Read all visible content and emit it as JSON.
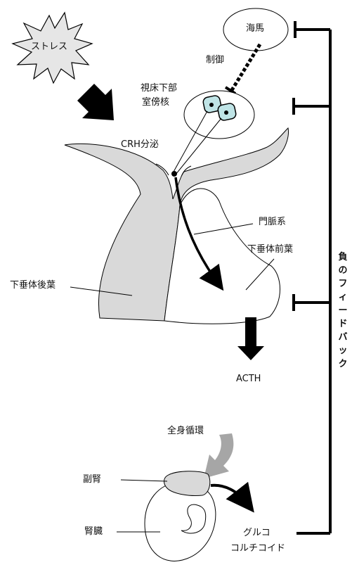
{
  "labels": {
    "stress": "ストレス",
    "hippocampus": "海馬",
    "control": "制御",
    "hypothalamus_line1": "視床下部",
    "hypothalamus_line2": "室傍核",
    "crh_secretion": "CRH分泌",
    "portal_system": "門脈系",
    "anterior_pituitary": "下垂体前葉",
    "posterior_pituitary": "下垂体後葉",
    "acth": "ACTH",
    "systemic_circulation": "全身循環",
    "adrenal": "副腎",
    "kidney": "腎臓",
    "glucocorticoid_line1": "グルコ",
    "glucocorticoid_line2": "コルチコイド",
    "negative_feedback": [
      "負",
      "の",
      "フ",
      "ィ",
      "ー",
      "ド",
      "バ",
      "ッ",
      "ク"
    ]
  },
  "colors": {
    "line": "#000000",
    "gland_fill": "#d9d9d9",
    "starburst_fill": "#e6e6e6",
    "neuron_fill": "#bfe4e6",
    "circulation_arrow": "#a6a6a6"
  }
}
